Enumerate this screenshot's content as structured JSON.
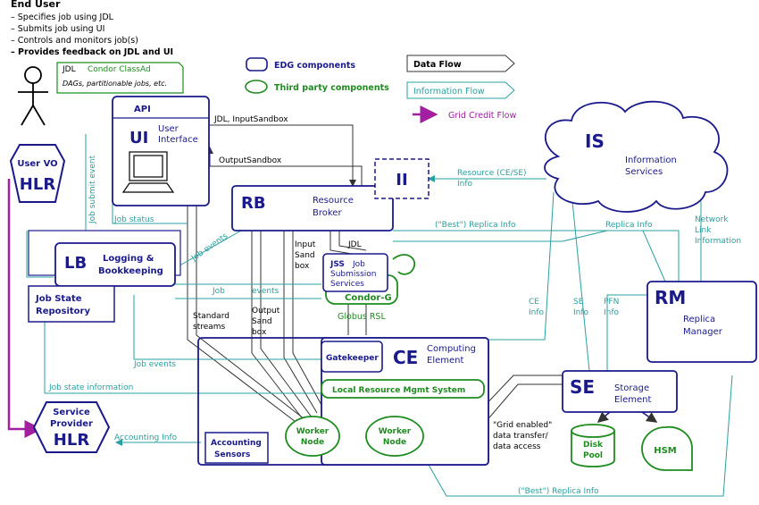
{
  "end_user": {
    "title": "End User",
    "lines": [
      "– Specifies job using JDL",
      "– Submits job using UI",
      "– Controls and monitors job(s)",
      "– Provides feedback on JDL and UI"
    ]
  },
  "jdl_box": {
    "jdl": "JDL",
    "classad": "Condor ClassAd",
    "sub": "DAGs, partitionable jobs, etc."
  },
  "legend": {
    "edg": "EDG components",
    "third": "Third party components",
    "data_flow": "Data Flow",
    "info_flow": "Information Flow",
    "credit_flow": "Grid Credit Flow",
    "colors": {
      "edg": "#1a1a8c",
      "third": "#1e8c1e",
      "info": "#2aa0a0",
      "credit": "#a020a0",
      "data": "#333333"
    }
  },
  "ui": {
    "api": "API",
    "abbr": "UI",
    "name1": "User",
    "name2": "Interface"
  },
  "user_vo": {
    "l1": "User VO",
    "l2": "HLR"
  },
  "rb": {
    "abbr": "RB",
    "name1": "Resource",
    "name2": "Broker"
  },
  "ii": {
    "abbr": "II"
  },
  "is": {
    "abbr": "IS",
    "name1": "Information",
    "name2": "Services"
  },
  "lb": {
    "abbr": "LB",
    "name1": "Logging &",
    "name2": "Bookkeeping",
    "repo1": "Job State",
    "repo2": "Repository"
  },
  "jss": {
    "abbr": "JSS",
    "l1": "Job",
    "l2": "Submission",
    "l3": "Services",
    "condor": "Condor-G",
    "globus": "Globus RSL"
  },
  "ce": {
    "abbr": "CE",
    "name1": "Computing",
    "name2": "Element",
    "gatekeeper": "Gatekeeper",
    "lrms": "Local Resource Mgmt System",
    "wn1a": "Worker",
    "wn1b": "Node",
    "wn2a": "Worker",
    "wn2b": "Node",
    "acc1": "Accounting",
    "acc2": "Sensors"
  },
  "sp_hlr": {
    "l1": "Service",
    "l2": "Provider",
    "l3": "HLR"
  },
  "rm": {
    "abbr": "RM",
    "name1": "Replica",
    "name2": "Manager"
  },
  "se": {
    "abbr": "SE",
    "name1": "Storage",
    "name2": "Element",
    "disk1": "Disk",
    "disk2": "Pool",
    "hsm": "HSM"
  },
  "flows": {
    "jdl_input": "JDL, InputSandbox",
    "output_sandbox": "OutputSandbox",
    "resource_info1": "Resource (CE/SE)",
    "resource_info2": "Info",
    "job_submit_event": "Job submit event",
    "job_status": "Job status",
    "job_events_diag": "Job events",
    "job": "Job",
    "events": "events",
    "best_replica_top": "(\"Best\") Replica Info",
    "replica_info": "Replica Info",
    "network1": "Network",
    "network2": "Link",
    "network3": "Information",
    "input1": "Input",
    "input2": "Sand",
    "input3": "box",
    "jdl": "JDL",
    "output1": "Output",
    "output2": "Sand",
    "output3": "box",
    "std1": "Standard",
    "std2": "streams",
    "ce_info1": "CE",
    "ce_info2": "Info",
    "se_info1": "SE",
    "se_info2": "Info",
    "pfn1": "PFN",
    "pfn2": "Info",
    "job_events_left": "Job events",
    "job_state_info": "Job state information",
    "accounting_info": "Accounting Info",
    "grid1": "\"Grid enabled\"",
    "grid2": "data transfer/",
    "grid3": "data access",
    "best_replica_bottom": "(\"Best\") Replica Info"
  }
}
